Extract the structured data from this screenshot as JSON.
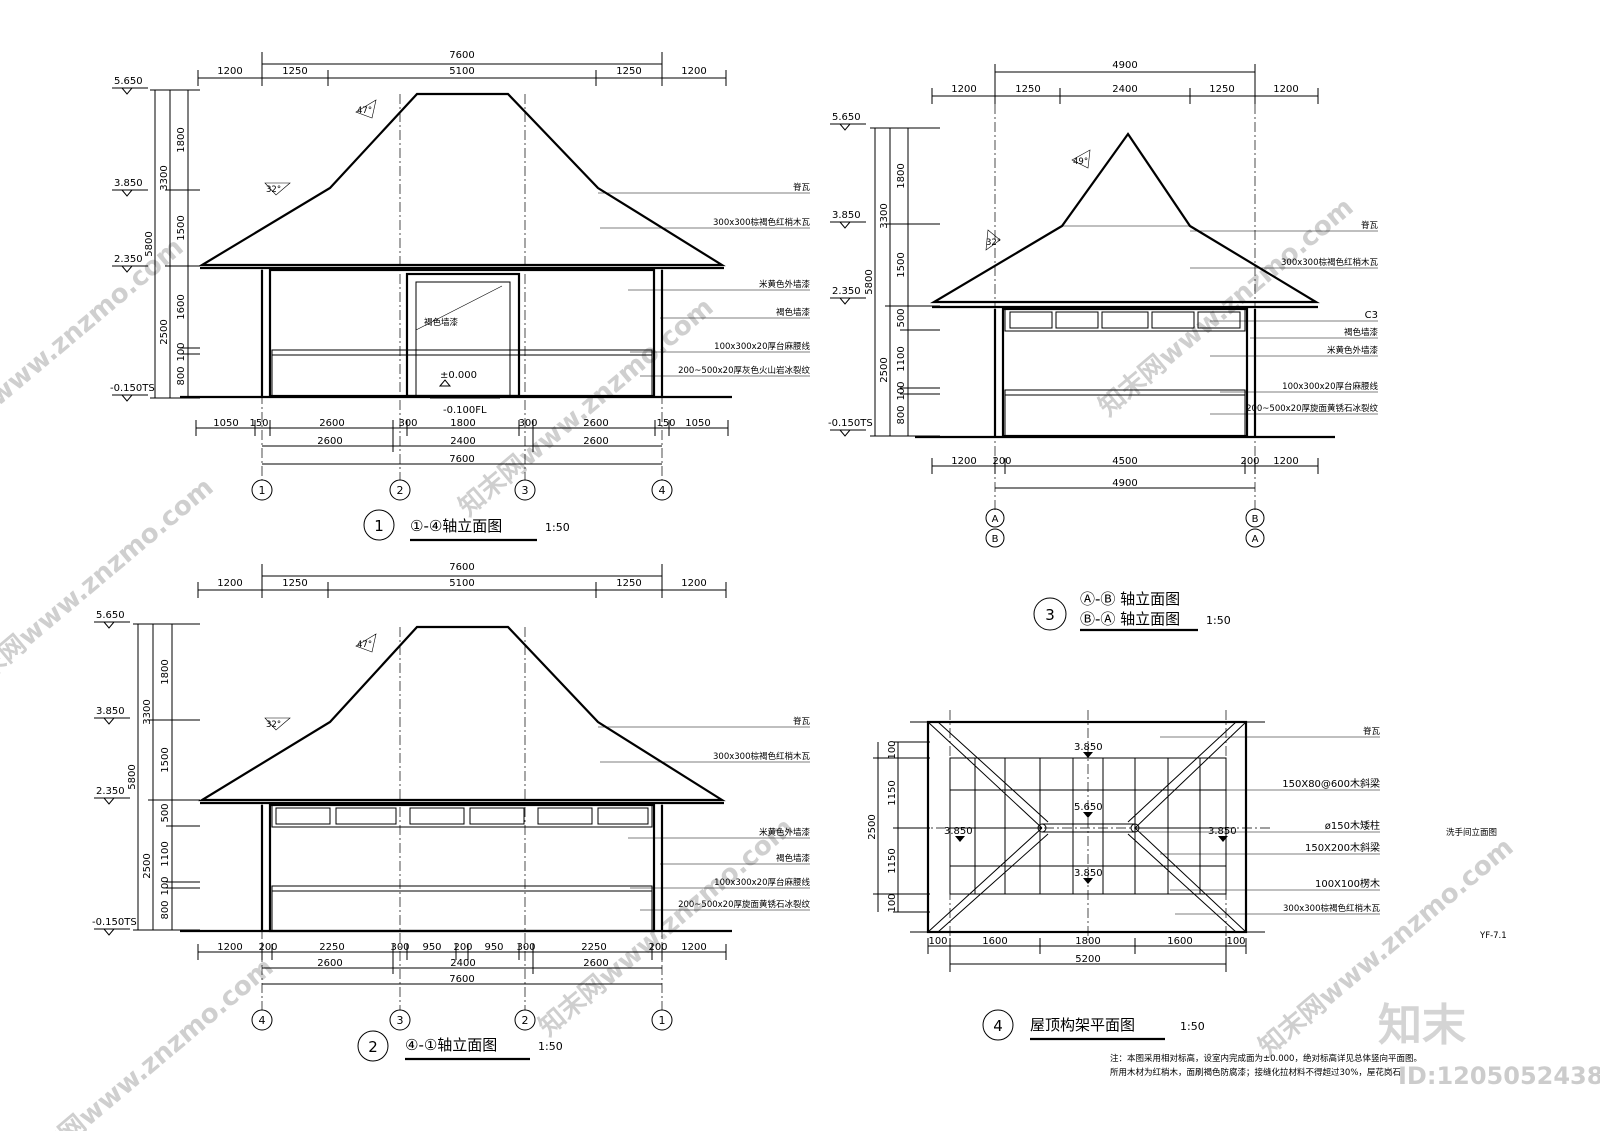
{
  "views": {
    "v1": {
      "circle": "1",
      "title": "①-④轴立面图",
      "scale": "1:50",
      "top_total": "7600",
      "top_dims": [
        "1200",
        "1250",
        "5100",
        "1250",
        "1200"
      ],
      "levels": [
        "5.650",
        "3.850",
        "2.350",
        "-0.150TS"
      ],
      "vdims_inner": [
        "1800",
        "1500",
        "1600",
        "100",
        "800"
      ],
      "vdims_mid": [
        "3300",
        "2500"
      ],
      "vdim_outer": "5800",
      "notes": [
        "脊瓦",
        "300x300棕褐色红梢木瓦",
        "米黄色外墙漆",
        "褐色墙漆",
        "100x300x20厚台麻腰线",
        "200~500x20厚灰色火山岩冰裂纹"
      ],
      "door_label": "褐色墙漆",
      "floor_level": "±0.000",
      "fl_level": "-0.100FL",
      "bottom_dims1": [
        "1050",
        "150",
        "2600",
        "300",
        "1800",
        "300",
        "2600",
        "150",
        "1050"
      ],
      "bottom_dims2": [
        "2600",
        "2400",
        "2600"
      ],
      "bottom_total": "7600",
      "axes": [
        "1",
        "2",
        "3",
        "4"
      ],
      "angles": [
        "47°",
        "32°"
      ]
    },
    "v2": {
      "circle": "2",
      "title": "④-①轴立面图",
      "scale": "1:50",
      "top_total": "7600",
      "top_dims": [
        "1200",
        "1250",
        "5100",
        "1250",
        "1200"
      ],
      "levels": [
        "5.650",
        "3.850",
        "2.350",
        "-0.150TS"
      ],
      "vdims_inner": [
        "1800",
        "1500",
        "500",
        "1100",
        "100",
        "800"
      ],
      "vdims_mid": [
        "3300",
        "2500"
      ],
      "vdim_outer": "5800",
      "notes": [
        "脊瓦",
        "300x300棕褐色红梢木瓦",
        "米黄色外墙漆",
        "褐色墙漆",
        "100x300x20厚台麻腰线",
        "200~500x20厚旋面黄锈石冰裂纹"
      ],
      "bottom_dims1": [
        "1200",
        "200",
        "2250",
        "300",
        "950",
        "200",
        "950",
        "300",
        "2250",
        "200",
        "1200"
      ],
      "bottom_dims2": [
        "2600",
        "2400",
        "2600"
      ],
      "bottom_total": "7600",
      "axes": [
        "4",
        "3",
        "2",
        "1"
      ],
      "angles": [
        "47°",
        "32°"
      ]
    },
    "v3": {
      "circle": "3",
      "title_line1": "Ⓐ-Ⓑ 轴立面图",
      "title_line2": "Ⓑ-Ⓐ 轴立面图",
      "scale": "1:50",
      "top_total": "4900",
      "top_dims": [
        "1200",
        "1250",
        "2400",
        "1250",
        "1200"
      ],
      "levels": [
        "5.650",
        "3.850",
        "2.350",
        "-0.150TS"
      ],
      "vdims_inner": [
        "1800",
        "1500",
        "500",
        "1100",
        "100",
        "800"
      ],
      "vdims_mid": [
        "3300",
        "2500"
      ],
      "vdim_outer": "5800",
      "notes": [
        "脊瓦",
        "300x300棕褐色红梢木瓦",
        "C3",
        "褐色墙漆",
        "米黄色外墙漆",
        "100x300x20厚台麻腰线",
        "200~500x20厚旋面黄锈石冰裂纹"
      ],
      "bottom_dims1": [
        "1200",
        "200",
        "4500",
        "200",
        "1200"
      ],
      "bottom_total": "4900",
      "axes_left": [
        "A",
        "B"
      ],
      "axes_right": [
        "B",
        "A"
      ],
      "angles": [
        "49°",
        "32°"
      ]
    },
    "v4": {
      "circle": "4",
      "title": "屋顶构架平面图",
      "scale": "1:50",
      "levels": [
        "3.850",
        "5.650",
        "3.850",
        "3.850",
        "3.850"
      ],
      "vdims": [
        "100",
        "1150",
        "1150",
        "100"
      ],
      "vdim_total": "2500",
      "notes": [
        "脊瓦",
        "150X80@600木斜梁",
        "ø150木矮柱",
        "150X200木斜梁",
        "100X100楞木",
        "300x300棕褐色红梢木瓦"
      ],
      "bottom_dims": [
        "100",
        "1600",
        "1800",
        "1600",
        "100"
      ],
      "bottom_total": "5200"
    }
  },
  "side_label": "洗手间立面图",
  "sheet_code": "YF-7.1",
  "footnote_line1": "注：本图采用相对标高，设室内完成面为±0.000，绝对标高详见总体竖向平面图。",
  "footnote_line2": "所用木材为红梢木，面刷褐色防腐漆；接缝化拉材料不得超过30%，屋花岗石。",
  "brand": "知末",
  "id_text": "ID:1205052438",
  "watermark_text": "知末网www.znzmo.com"
}
